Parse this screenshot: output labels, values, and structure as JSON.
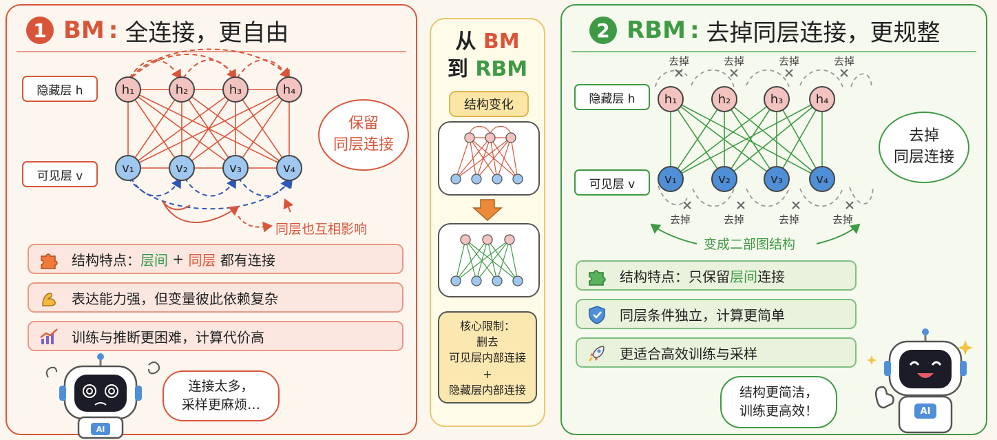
{
  "bm": {
    "number": "1",
    "abbr": "BM",
    "colon": ":",
    "subtitle": "全连接，更自由",
    "hidden_label": "隐藏层 h",
    "visible_label": "可见层 v",
    "hidden_nodes": [
      "h₁",
      "h₂",
      "h₃",
      "h₄"
    ],
    "visible_nodes": [
      "v₁",
      "v₂",
      "v₃",
      "v₄"
    ],
    "bubble_line1": "保留",
    "bubble_line2": "同层连接",
    "influence_note": "同层也互相影响",
    "feature1_prefix": "结构特点：",
    "feature1_a": "层间",
    "feature1_plus": " + ",
    "feature1_b": "同层",
    "feature1_suffix": " 都有连接",
    "feature2": "表达能力强，但变量彼此依赖复杂",
    "feature3": "训练与推断更困难，计算代价高",
    "robot_line1": "连接太多，",
    "robot_line2": "采样更麻烦…",
    "robot_badge": "AI",
    "colors": {
      "accent": "#d9553a",
      "hidden": "#f3c3bf",
      "visible": "#9fc7ef",
      "dash_blue": "#2f57b8"
    }
  },
  "middle": {
    "line1_a": "从",
    "line1_b": "BM",
    "line2_a": "到",
    "line2_b": "RBM",
    "tag": "结构变化",
    "limit_title": "核心限制：",
    "limit_line1": "删去",
    "limit_line2": "可见层内部连接",
    "limit_plus": "+",
    "limit_line3": "隐藏层内部连接",
    "colors": {
      "border": "#e9c66a",
      "arrow": "#ea8a3a"
    }
  },
  "rbm": {
    "number": "2",
    "abbr": "RBM",
    "colon": ":",
    "subtitle": "去掉同层连接，更规整",
    "hidden_label": "隐藏层 h",
    "visible_label": "可见层 v",
    "hidden_nodes": [
      "h₁",
      "h₂",
      "h₃",
      "h₄"
    ],
    "visible_nodes": [
      "v₁",
      "v₂",
      "v₃",
      "v₄"
    ],
    "remove_label": "去掉",
    "bubble_line1": "去掉",
    "bubble_line2": "同层连接",
    "bipartite_note": "变成二部图结构",
    "feature1_prefix": "结构特点：只保留",
    "feature1_a": "层间",
    "feature1_suffix": "连接",
    "feature2": "同层条件独立，计算更简单",
    "feature3": "更适合高效训练与采样",
    "robot_line1": "结构更简洁，",
    "robot_line2": "训练更高效！",
    "robot_badge": "AI",
    "colors": {
      "accent": "#3f9a45",
      "hidden": "#f3c3bf",
      "visible": "#4f8fd8"
    }
  }
}
